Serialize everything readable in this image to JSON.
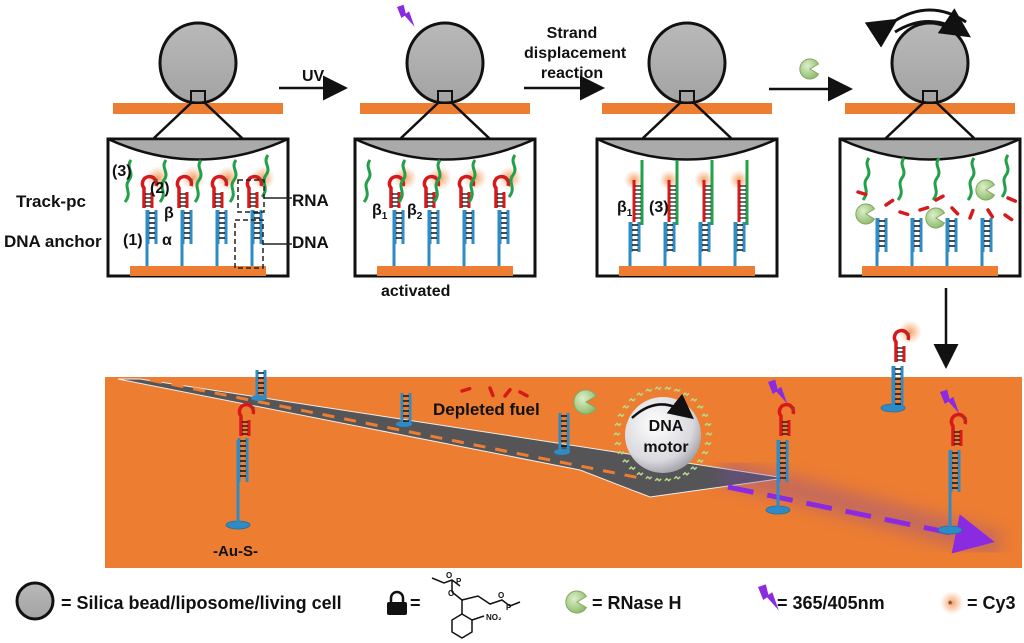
{
  "colors": {
    "orange": "#ED7D31",
    "bead_gray": "#AFAFAF",
    "dna_blue": "#2E8BC6",
    "rna_red": "#D7191C",
    "track_green": "#23A04A",
    "uv_purple": "#8A2BE2",
    "rnase_green": "#A7CF8A",
    "road_gray": "#555558",
    "cy3_glow": "#F7A26B"
  },
  "panels": [
    {
      "id": "panel-1",
      "caption": ""
    },
    {
      "id": "panel-2",
      "caption": "activated"
    },
    {
      "id": "panel-3",
      "caption": ""
    },
    {
      "id": "panel-4",
      "caption": ""
    }
  ],
  "arrows": [
    {
      "label_lines": [
        "UV"
      ]
    },
    {
      "label_lines": [
        "Strand",
        "displacement",
        "reaction"
      ]
    },
    {
      "label_lines": []
    }
  ],
  "side_labels": {
    "track": "Track-pc",
    "anchor": "DNA anchor"
  },
  "panel1_labels": {
    "n3": "(3)",
    "n2": "(2)",
    "n1": "(1)",
    "beta": "β",
    "alpha": "α",
    "rna": "RNA",
    "dna": "DNA"
  },
  "panel2_labels": {
    "beta1": "β",
    "beta1_sub": "1",
    "beta2": "β",
    "beta2_sub": "2"
  },
  "panel3_labels": {
    "beta1": "β",
    "beta1_sub": "1",
    "n3": "(3)"
  },
  "bottom": {
    "depleted_fuel": "Depleted fuel",
    "motor_line1": "DNA",
    "motor_line2": "motor",
    "au_s": "-Au-S-"
  },
  "legend": [
    {
      "icon": "silica-bead-icon",
      "text": "= Silica bead/liposome/living cell"
    },
    {
      "icon": "lock-icon",
      "text": "="
    },
    {
      "icon": "rnase-h-icon",
      "text": "= RNase H"
    },
    {
      "icon": "uv-bolt-icon",
      "text": "= 365/405nm"
    },
    {
      "icon": "cy3-star-icon",
      "text": "= Cy3"
    }
  ]
}
